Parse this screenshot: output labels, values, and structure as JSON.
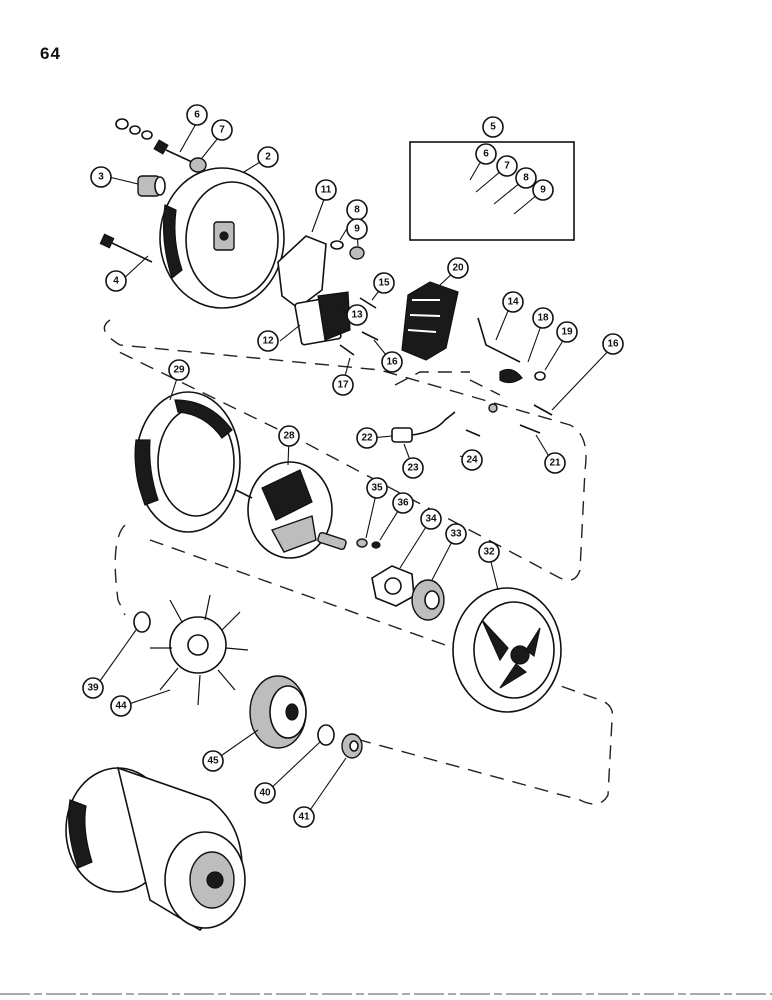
{
  "page": {
    "number": "64"
  },
  "callouts": {
    "c2": "2",
    "c3": "3",
    "c4": "4",
    "c5": "5",
    "c6a": "6",
    "c6b": "6",
    "c7a": "7",
    "c7b": "7",
    "c8a": "8",
    "c8b": "8",
    "c9a": "9",
    "c9b": "9",
    "c11": "11",
    "c12": "12",
    "c13": "13",
    "c14": "14",
    "c15": "15",
    "c16a": "16",
    "c16b": "16",
    "c17": "17",
    "c18": "18",
    "c19": "19",
    "c20": "20",
    "c21": "21",
    "c22": "22",
    "c23": "23",
    "c24": "24",
    "c28": "28",
    "c29": "29",
    "c32": "32",
    "c33": "33",
    "c34": "34",
    "c35": "35",
    "c36": "36",
    "c39": "39",
    "c40": "40",
    "c41": "41",
    "c44": "44",
    "c45": "45"
  }
}
